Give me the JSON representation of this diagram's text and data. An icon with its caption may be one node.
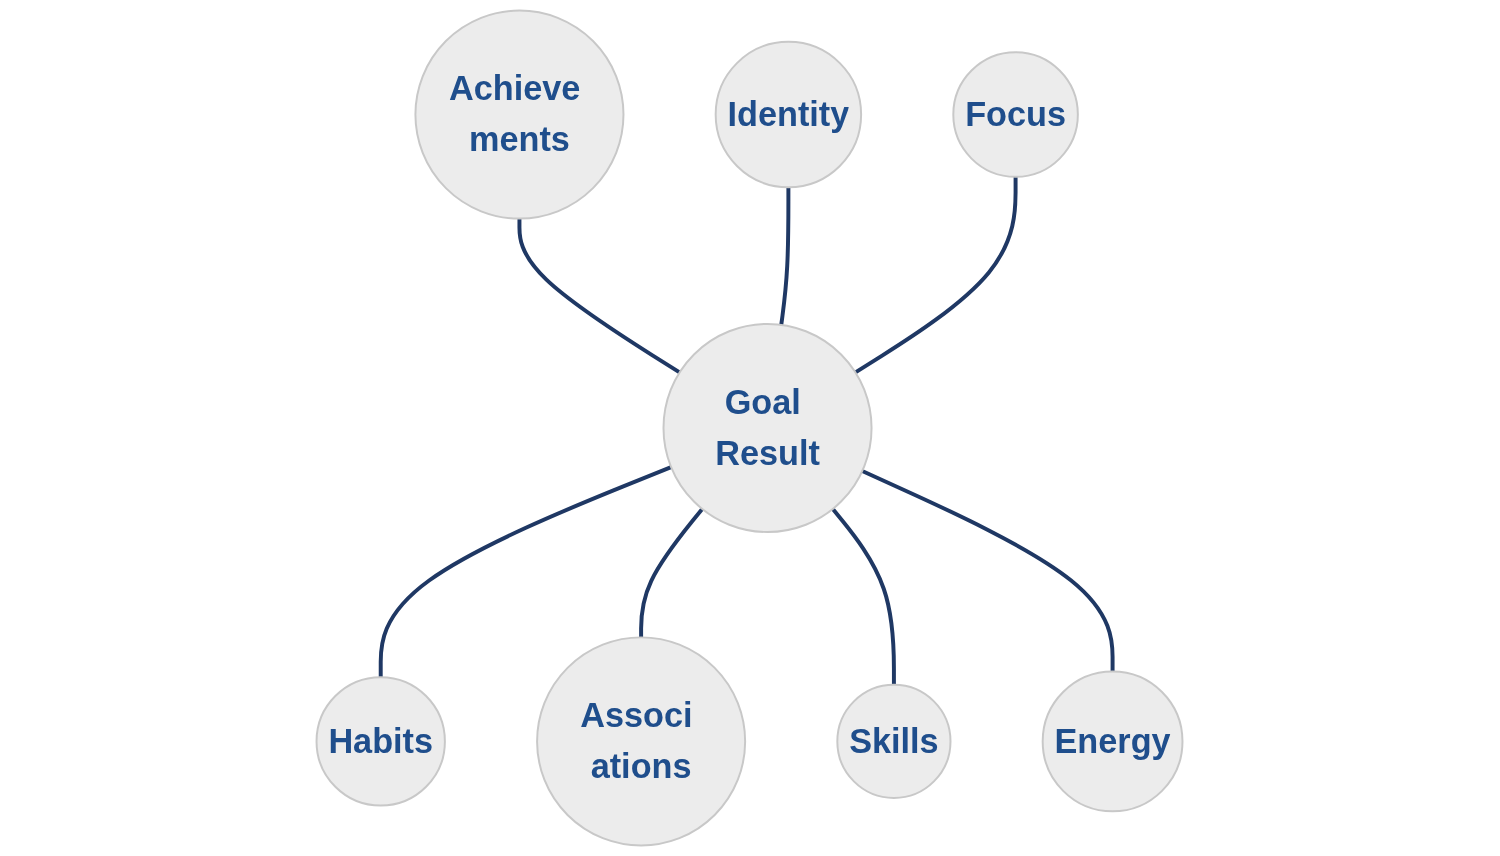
{
  "diagram": {
    "nodes": [
      {
        "text": [
          "Identity"
        ]
      },
      {
        "text": [
          "Achieve ments"
        ]
      },
      {
        "text": [
          "Focus"
        ]
      },
      {
        "text": [
          "Goal Result"
        ]
      },
      {
        "text": [
          "Habits"
        ]
      },
      {
        "text": [
          "Energy"
        ]
      },
      {
        "text": [
          "Associ ations"
        ]
      },
      {
        "text": [
          "Skills"
        ]
      }
    ],
    "edges": [
      {
        "from": 1,
        "to": 3,
        "arrow": "none"
      },
      {
        "from": 0,
        "to": 3,
        "arrow": "none"
      },
      {
        "from": 2,
        "to": 3,
        "arrow": "none"
      },
      {
        "from": 3,
        "to": 4,
        "arrow": "none"
      },
      {
        "from": 3,
        "to": 6,
        "arrow": "none"
      },
      {
        "from": 3,
        "to": 7,
        "arrow": "none"
      },
      {
        "from": 3,
        "to": 5,
        "arrow": "none"
      }
    ]
  }
}
